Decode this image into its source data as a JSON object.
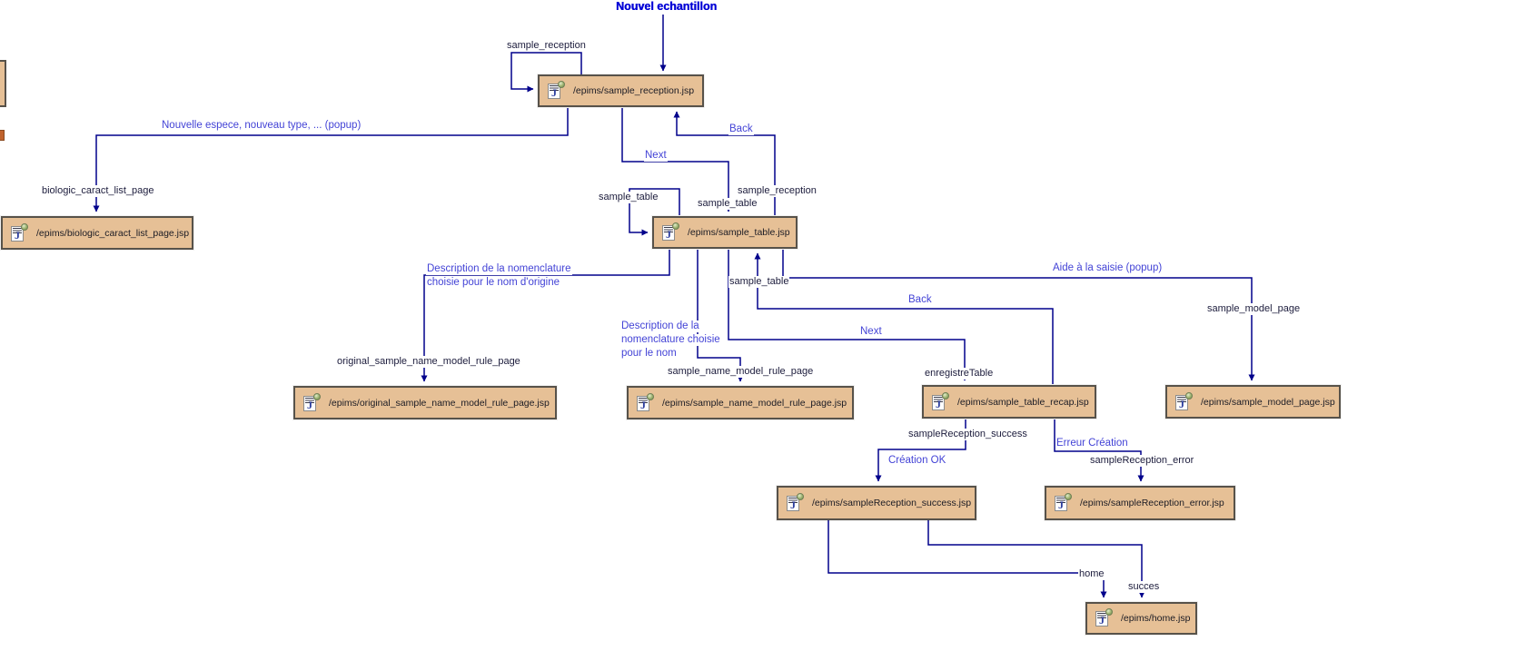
{
  "diagram_title": "Nouvel echantillon",
  "nodes": {
    "sample_reception": "/epims/sample_reception.jsp",
    "biologic_caract_list_page": "/epims/biologic_caract_list_page.jsp",
    "sample_table": "/epims/sample_table.jsp",
    "original_sample_name_model_rule_page": "/epims/original_sample_name_model_rule_page.jsp",
    "sample_name_model_rule_page": "/epims/sample_name_model_rule_page.jsp",
    "sample_table_recap": "/epims/sample_table_recap.jsp",
    "sample_model_page": "/epims/sample_model_page.jsp",
    "sampleReception_success": "/epims/sampleReception_success.jsp",
    "sampleReception_error": "/epims/sampleReception_error.jsp",
    "home": "/epims/home.jsp"
  },
  "labels": {
    "sample_reception_loop": "sample_reception",
    "nouvelle_espece": "Nouvelle espece, nouveau type, ... (popup)",
    "back_top": "Back",
    "next_top": "Next",
    "biologic_caract_list_page": "biologic_caract_list_page",
    "sample_table_loop": "sample_table",
    "sample_table_in": "sample_table",
    "sample_reception_back": "sample_reception",
    "descr_origine_1": "Description de la nomenclature",
    "descr_origine_2": "choisie pour le nom d'origine",
    "aide_saisie": "Aide à la saisie (popup)",
    "sample_table_back": "sample_table",
    "back_mid": "Back",
    "sample_model_page": "sample_model_page",
    "next_mid": "Next",
    "descr_nom_1": "Description de la",
    "descr_nom_2": "nomenclature choisie",
    "descr_nom_3": "pour le nom",
    "original_sample_name_model_rule_page": "original_sample_name_model_rule_page",
    "sample_name_model_rule_page": "sample_name_model_rule_page",
    "enregistreTable": "enregistreTable",
    "sampleReception_success": "sampleReception_success",
    "creation_ok": "Création OK",
    "erreur_creation": "Erreur Création",
    "sampleReception_error": "sampleReception_error",
    "home": "home",
    "succes": "succes"
  },
  "icon": {
    "name": "jsp-page-icon",
    "letter": "J"
  },
  "colors": {
    "node_fill": "#E6C096",
    "node_border": "#57524A",
    "edge": "#00008B",
    "link_label": "#4343D6",
    "action_label": "#1C1C3C",
    "title": "#0000D6",
    "background": "#FFFFFF",
    "fragment_marker": "#C0622C"
  }
}
